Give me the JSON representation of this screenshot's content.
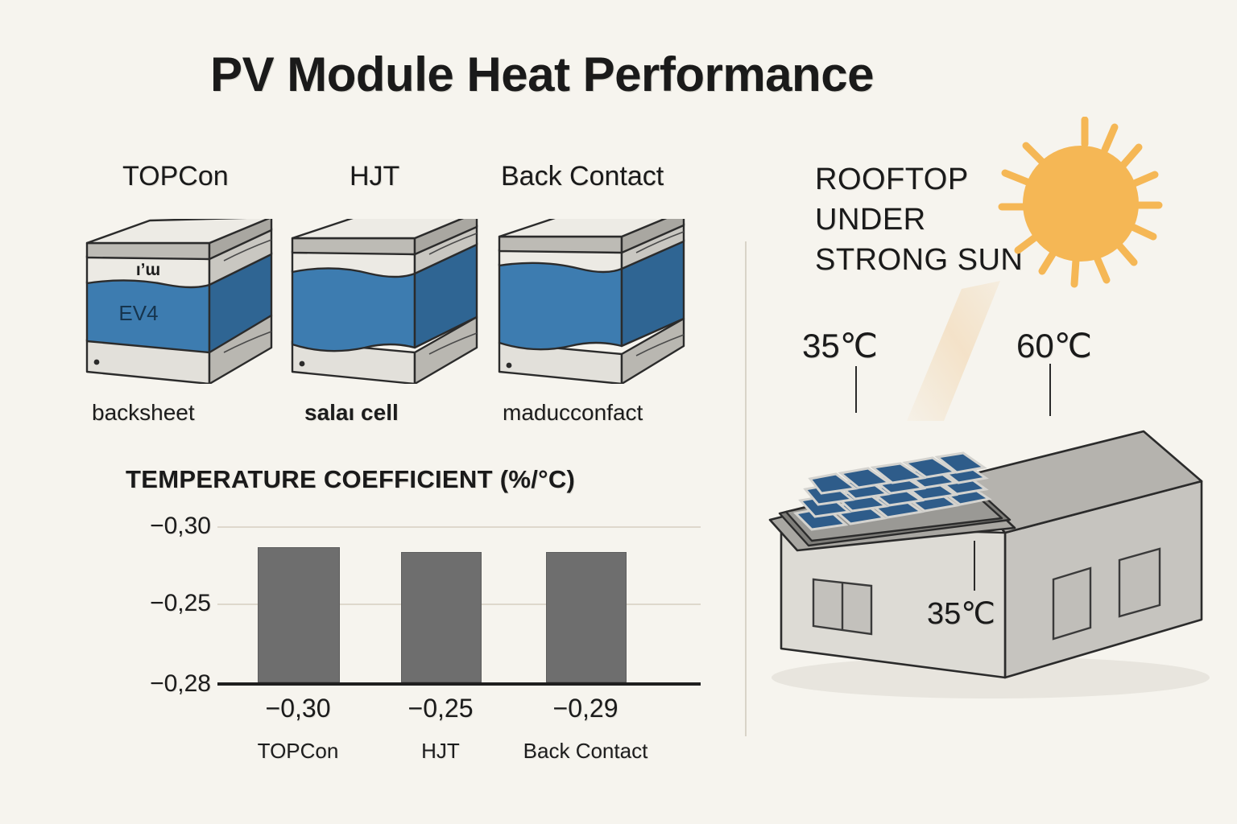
{
  "title": "PV Module Heat Performance",
  "background_color": "#F6F4EE",
  "accent_colors": {
    "cell_blue": "#3D7CB0",
    "panel_blue": "#2E5C8A",
    "sun_orange": "#F5B755",
    "bar_gray": "#6E6E6E",
    "ink": "#1A1A1A",
    "gridline": "#DED8CC"
  },
  "modules": {
    "headings": [
      "TOPCon",
      "HJT",
      "Back Contact"
    ],
    "sublabels": [
      "backsheet",
      "salaı cell",
      "maducconfact"
    ],
    "cube_text": {
      "top_layer_scribble": "ıʼɯ",
      "cell_layer": "EV4"
    }
  },
  "chart_data": {
    "type": "bar",
    "title": "TEMPERATURE COEFFICIENT (%/°C)",
    "categories": [
      "TOPCon",
      "HJT",
      "Back Contact"
    ],
    "values": [
      -0.3,
      -0.25,
      -0.29
    ],
    "value_labels": [
      "−0,30",
      "−0,25",
      "−0,29"
    ],
    "ytick_labels": [
      "−0,30",
      "−0,25",
      "−0,28"
    ],
    "ytick_positions": [
      0.0,
      0.46,
      0.95
    ],
    "bar_heights_frac": [
      0.76,
      0.73,
      0.73
    ],
    "xlabel": "",
    "ylabel": "",
    "grid": true,
    "legend": "none"
  },
  "scene": {
    "caption_lines": [
      "ROOFTOP",
      "UNDER",
      "STRONG SUN"
    ],
    "sun_icon": "sun-icon",
    "sun_ray_count": 12,
    "temperatures": {
      "roof_ambient": "35℃",
      "panel_hot": "60℃",
      "wall_ambient": "35℃"
    },
    "panel": {
      "rows": 4,
      "cols": 5
    },
    "house": {
      "windows": 3
    }
  }
}
